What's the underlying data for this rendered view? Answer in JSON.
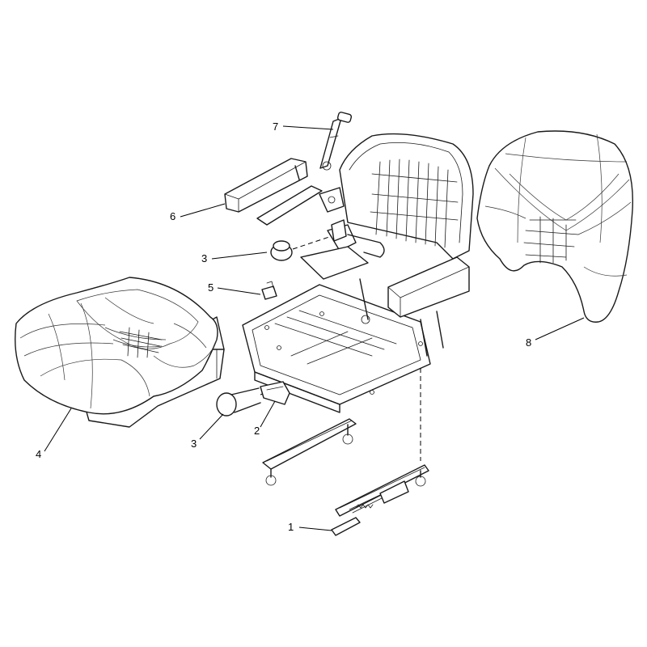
{
  "callouts": {
    "c1": "1",
    "c2": "2",
    "c3a": "3",
    "c3b": "3",
    "c4": "4",
    "c5": "5",
    "c6": "6",
    "c7": "7",
    "c8": "8"
  }
}
